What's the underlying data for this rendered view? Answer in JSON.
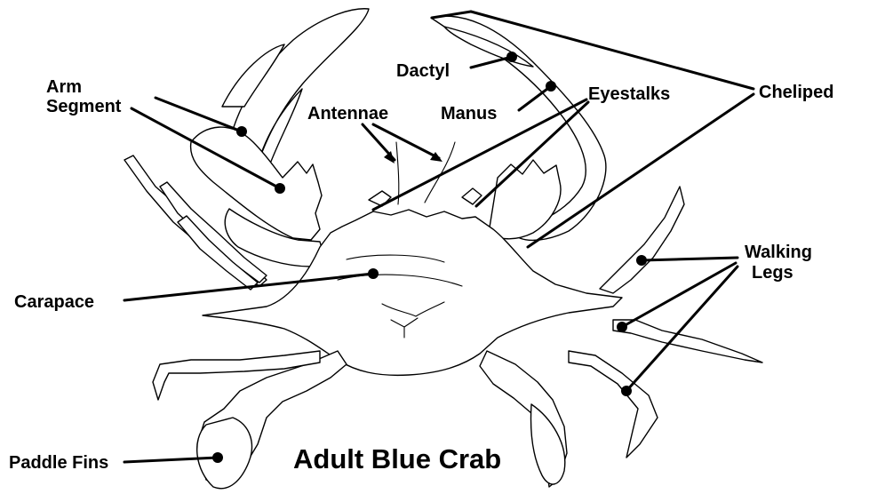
{
  "diagram": {
    "title": "Adult Blue Crab",
    "labels": {
      "arm_segment_line1": "Arm",
      "arm_segment_line2": "Segment",
      "antennae": "Antennae",
      "dactyl": "Dactyl",
      "manus": "Manus",
      "eyestalks": "Eyestalks",
      "cheliped": "Cheliped",
      "walking_legs_line1": "Walking",
      "walking_legs_line2": "Legs",
      "carapace": "Carapace",
      "paddle_fins": "Paddle Fins"
    },
    "colors": {
      "ink": "#000000",
      "paper": "#ffffff"
    }
  }
}
